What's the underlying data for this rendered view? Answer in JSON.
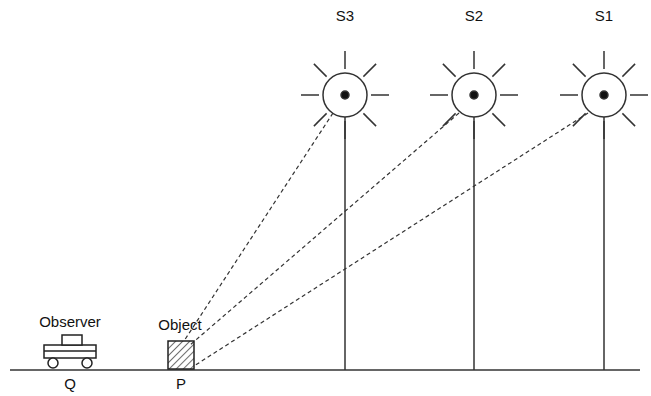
{
  "diagram": {
    "labels": [
      "S3",
      "S2",
      "S1",
      "Observer",
      "Object",
      "Q",
      "P"
    ]
  }
}
